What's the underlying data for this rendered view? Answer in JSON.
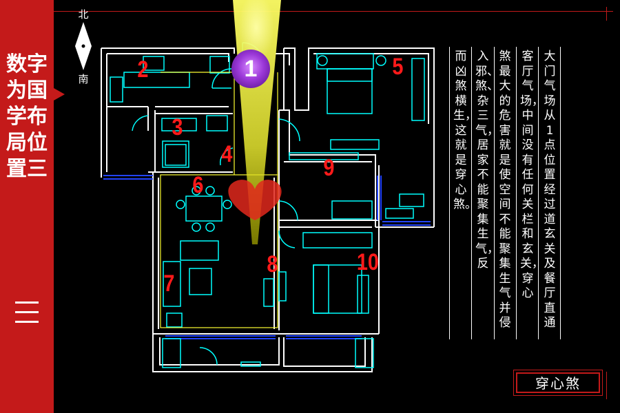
{
  "sidebar": {
    "title": "数字为国学布局位置三"
  },
  "compass": {
    "north": "北",
    "south": "南"
  },
  "plan": {
    "markers": [
      {
        "id": "1",
        "label": "1"
      },
      {
        "id": "2",
        "label": "2"
      },
      {
        "id": "3",
        "label": "3"
      },
      {
        "id": "4",
        "label": "4"
      },
      {
        "id": "5",
        "label": "5"
      },
      {
        "id": "6",
        "label": "6"
      },
      {
        "id": "7",
        "label": "7"
      },
      {
        "id": "8",
        "label": "8"
      },
      {
        "id": "9",
        "label": "9"
      },
      {
        "id": "10",
        "label": "10"
      }
    ]
  },
  "text_columns": [
    "大门气场从1点位置经过道玄关及餐厅直通",
    "客厅气场，中间没有任何关栏和玄关，穿心",
    "煞最大的危害就是使空间不能聚集生气并侵",
    "入邪、煞、杂三气，居家不能聚集生气，反",
    "而凶煞横生，这就是穿心煞。"
  ],
  "badge": {
    "label": "穿心煞"
  },
  "colors": {
    "accent": "#c41a1a",
    "wall": "#ffffff",
    "furniture": "#00ffff",
    "corridor": "#ffff33",
    "marker": "#ff1a1a",
    "window": "#2244ff"
  }
}
